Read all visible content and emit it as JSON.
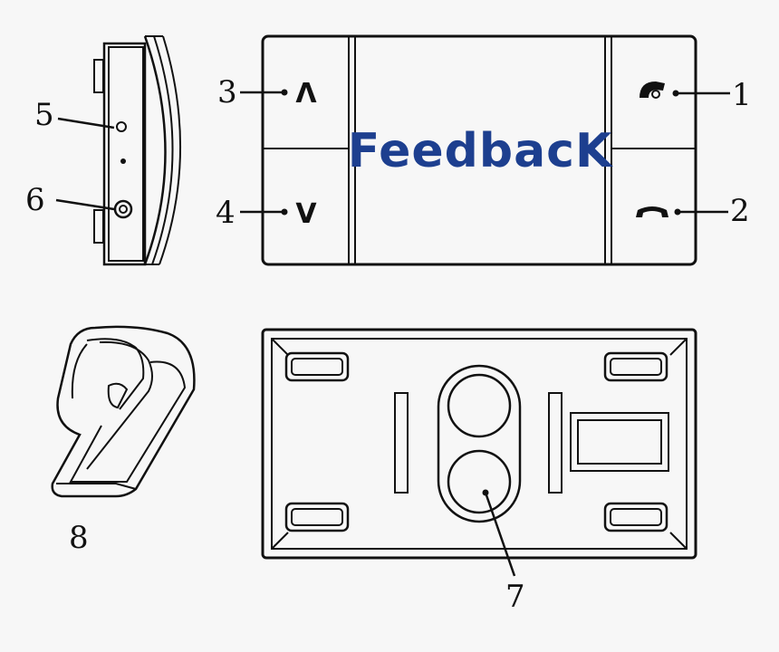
{
  "brand": {
    "text": "FeedbacK",
    "color": "#1d3f8f"
  },
  "front_panel": {
    "up_symbol": "Λ",
    "down_symbol": "V",
    "icons": [
      "phone-answer-icon",
      "phone-hangup-icon"
    ]
  },
  "callouts": {
    "c1": "1",
    "c2": "2",
    "c3": "3",
    "c4": "4",
    "c5": "5",
    "c6": "6",
    "c7": "7",
    "c8": "8"
  },
  "colors": {
    "stroke": "#111111",
    "background": "#f7f7f7"
  }
}
